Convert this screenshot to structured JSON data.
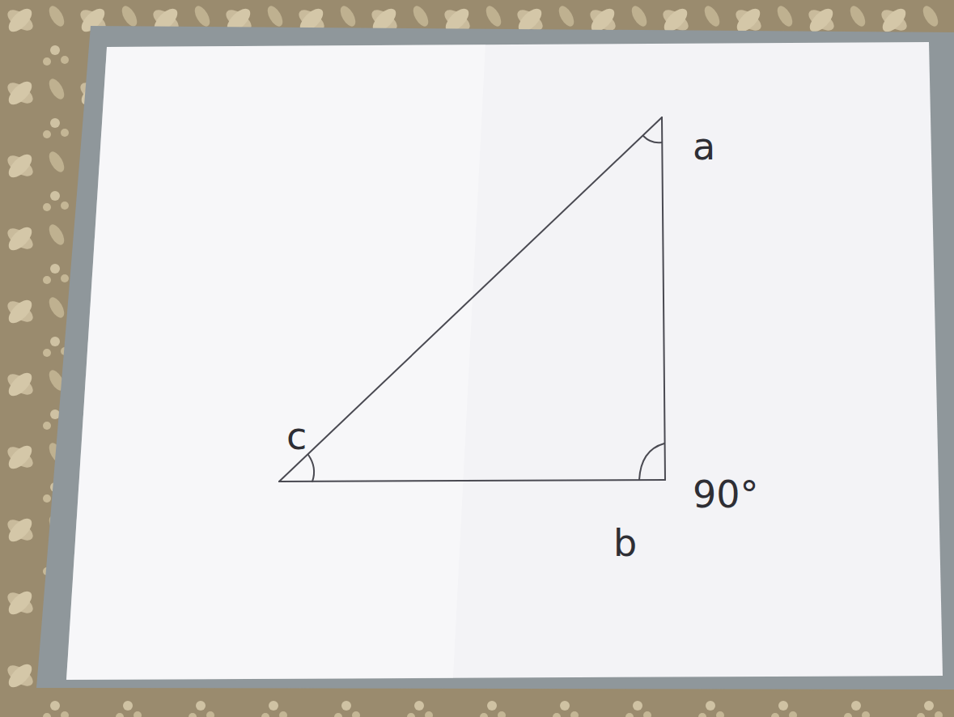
{
  "diagram": {
    "labels": [
      "a",
      "c",
      "b",
      "90°"
    ]
  }
}
